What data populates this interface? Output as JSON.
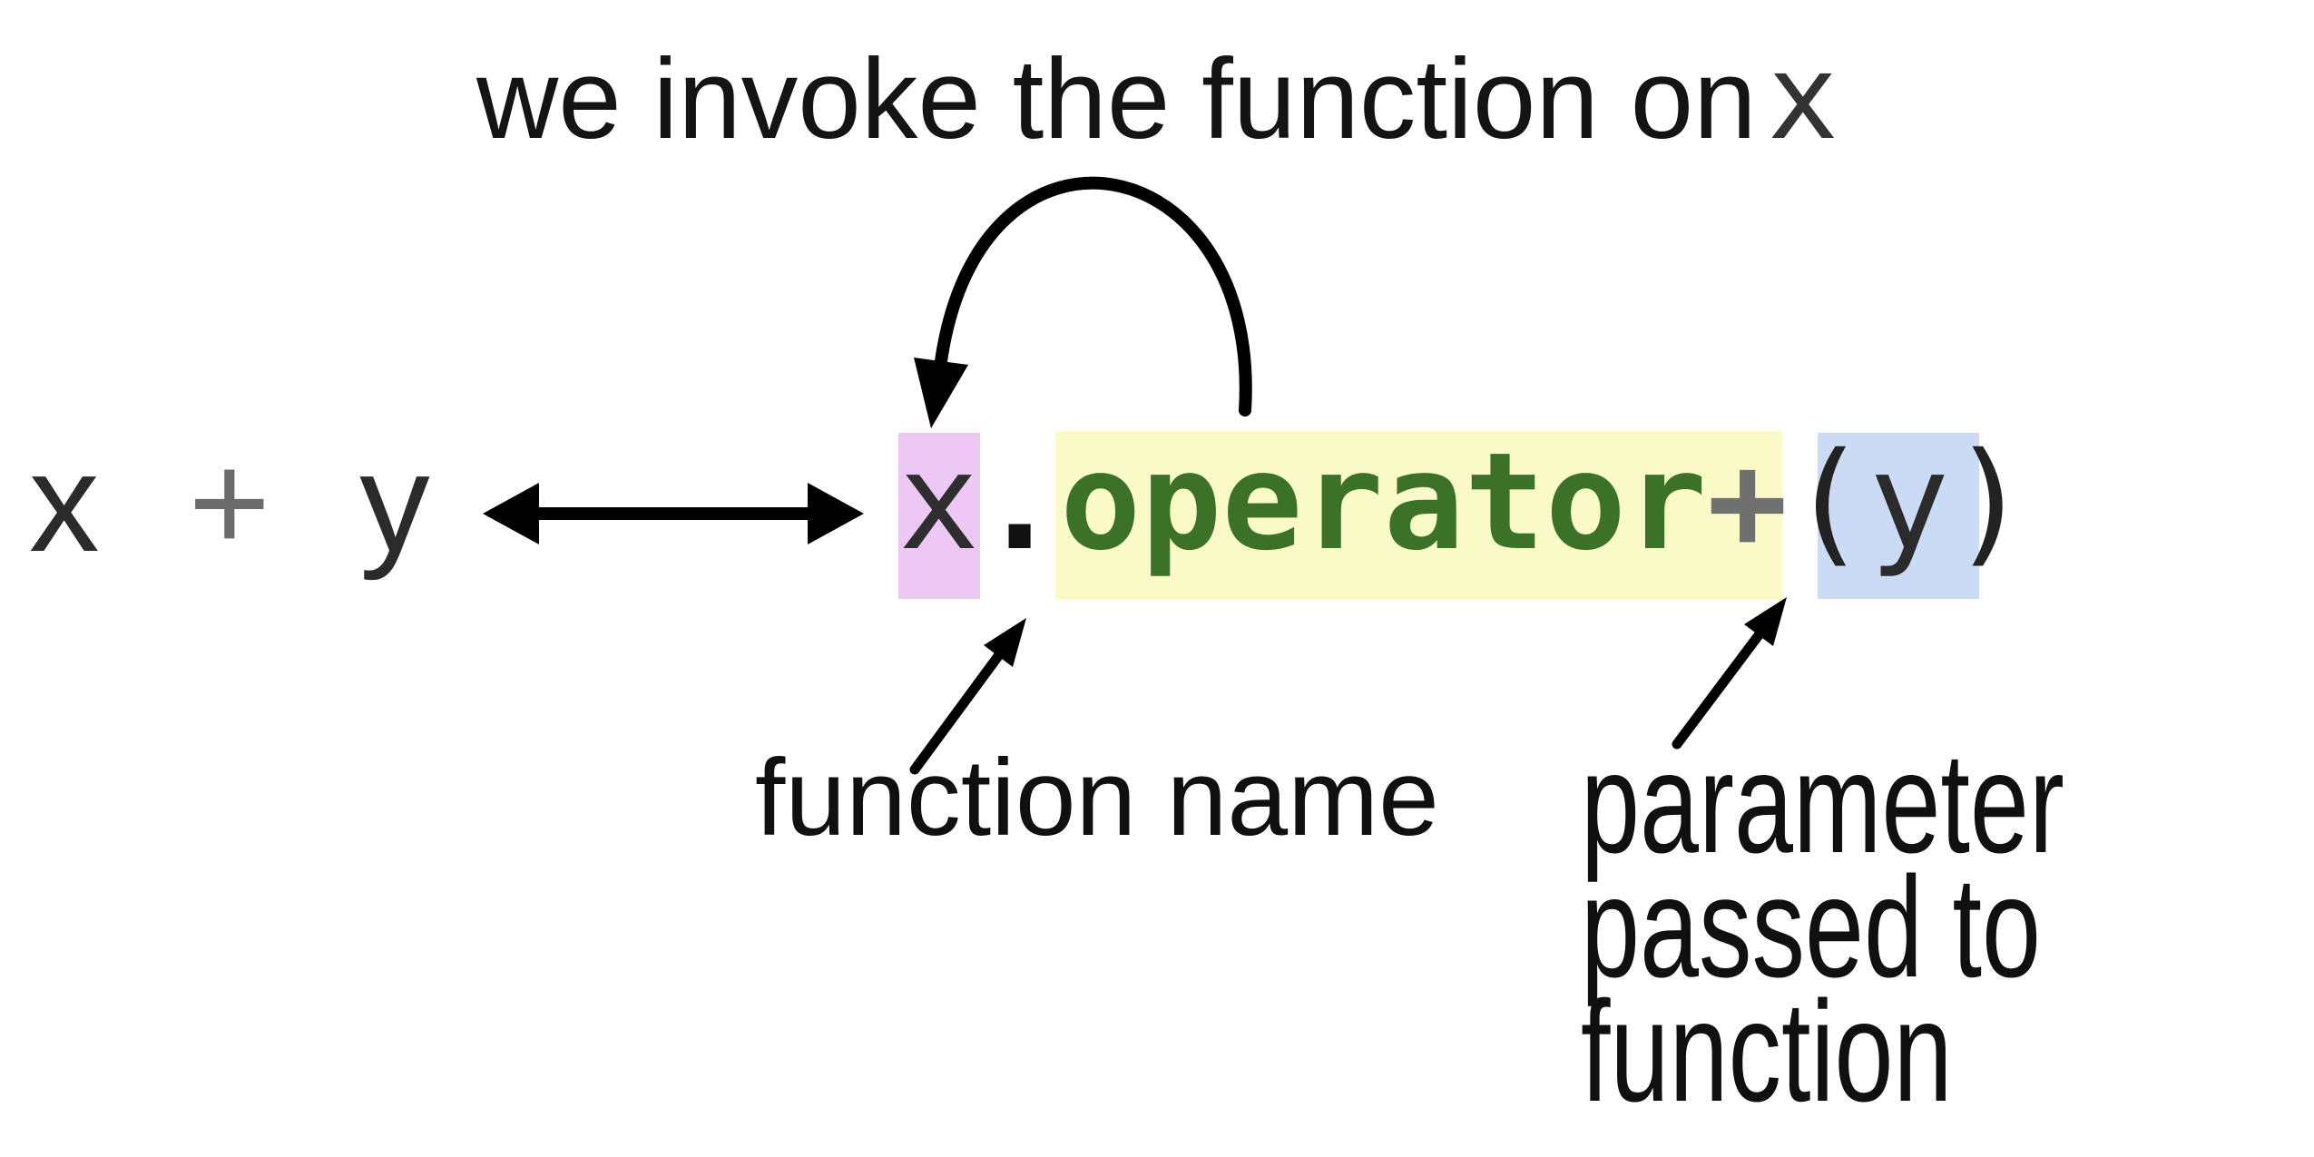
{
  "diagram": {
    "title_caption": "we invoke the function on",
    "title_caption_code_ref": "x",
    "left_expression": {
      "x": "x",
      "plus": "+",
      "y": "y"
    },
    "code_expression": {
      "receiver": "x",
      "dot": ".",
      "function_name": "operator",
      "operator_symbol": "+",
      "open_paren": "(",
      "argument": "y",
      "close_paren": ")"
    },
    "labels": {
      "function_name": "function name",
      "parameter_line1": "parameter",
      "parameter_line2": "passed to",
      "parameter_line3": "function"
    },
    "colors": {
      "receiver_highlight": "#eec8f5",
      "function_highlight": "#f9fac8",
      "argument_highlight": "#cbdbf6",
      "keyword_green": "#3b7228",
      "operator_gray": "#707070",
      "text_black": "#111111",
      "arrow_black": "#000000"
    }
  }
}
